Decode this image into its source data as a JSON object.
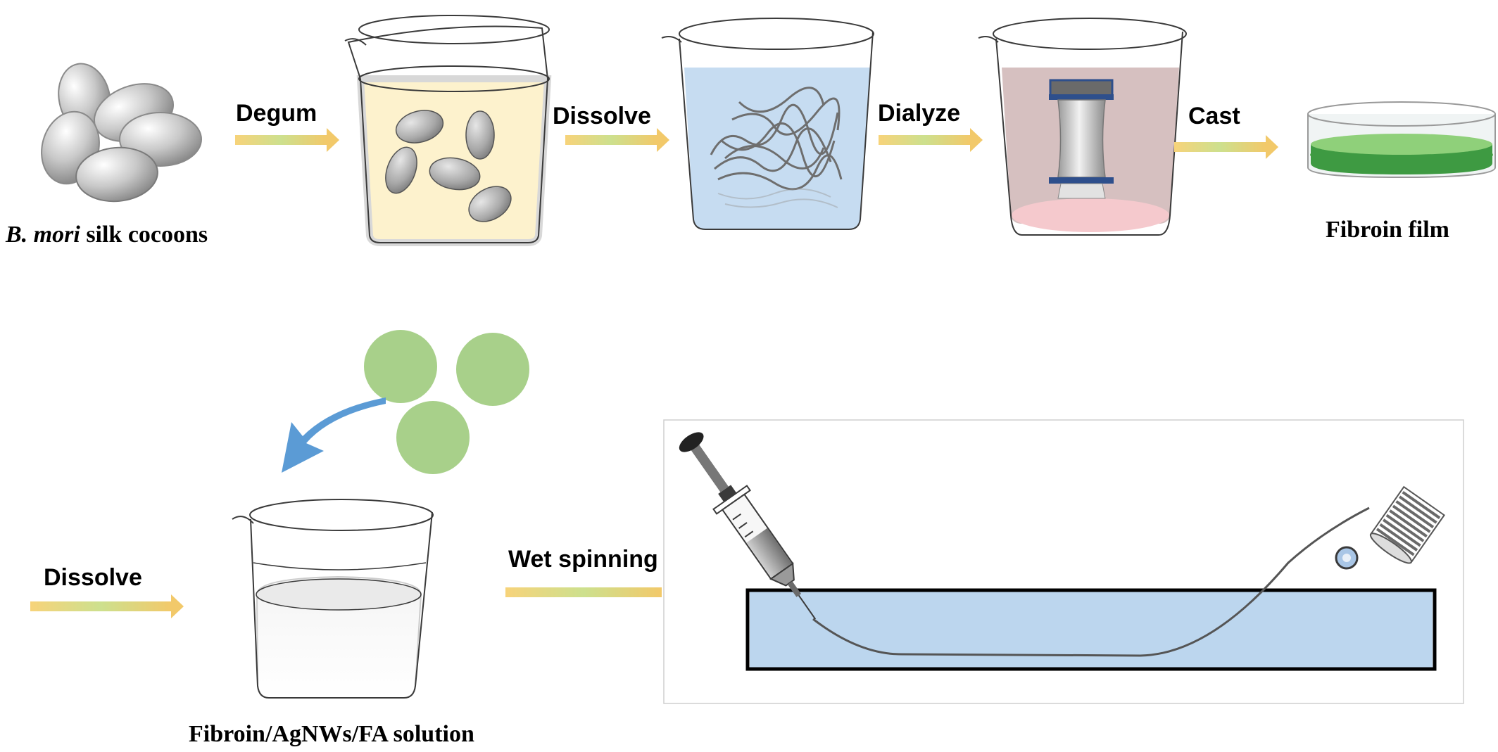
{
  "diagram": {
    "top_row": {
      "start_label_italic": "B. mori",
      "start_label_rest": " silk cocoons",
      "steps": [
        "Degum",
        "Dissolve",
        "Dialyze",
        "Cast"
      ],
      "end_label": "Fibroin film"
    },
    "bottom_row": {
      "dissolve_label": "Dissolve",
      "wet_spinning_label": "Wet spinning",
      "solution_label": "Fibroin/AgNWs/FA solution"
    },
    "colors": {
      "arrow_start": "#f7d37a",
      "arrow_mid": "#cde08e",
      "arrow_end": "#8fcf7d",
      "beaker_outline": "#3a3a3a",
      "degum_liquid": "#fdf1c8",
      "dissolve_liquid": "#bcd6ee",
      "dialyze_liquid": "#d2b9b9",
      "dialyze_bottom": "#f5c9cd",
      "film_green": "#3e9a42",
      "particle_green": "#a8d08a",
      "curved_arrow_blue": "#5b9bd5",
      "bath_water": "#bcd6ee"
    }
  }
}
